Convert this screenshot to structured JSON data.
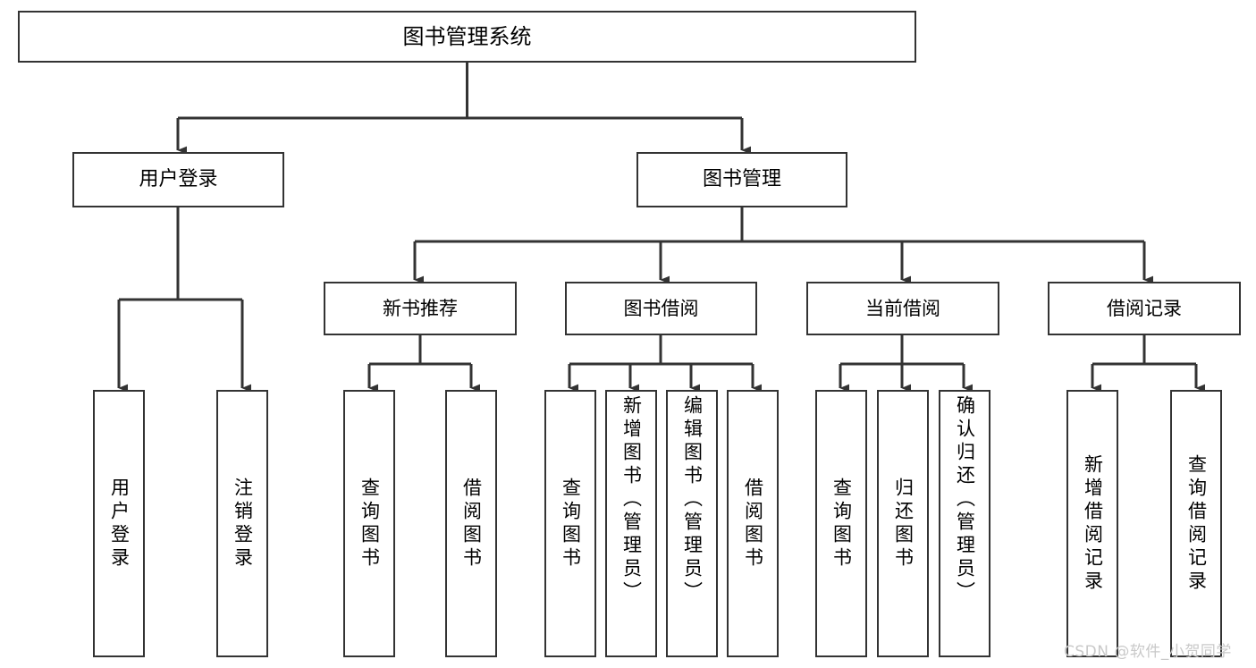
{
  "diagram": {
    "title": "图书管理系统",
    "type": "tree-hierarchy-chart",
    "line_color": "#333333",
    "box_fill": "#ffffff",
    "text_color": "#000000",
    "root": {
      "id": "root",
      "label": "图书管理系统"
    },
    "level2": [
      {
        "id": "user-login",
        "label": "用户登录"
      },
      {
        "id": "book-management",
        "label": "图书管理"
      }
    ],
    "level3": [
      {
        "id": "new-book-recommend",
        "label": "新书推荐",
        "parent": "book-management"
      },
      {
        "id": "book-borrow",
        "label": "图书借阅",
        "parent": "book-management"
      },
      {
        "id": "current-borrow",
        "label": "当前借阅",
        "parent": "book-management"
      },
      {
        "id": "borrow-record",
        "label": "借阅记录",
        "parent": "book-management"
      }
    ],
    "leaves": [
      {
        "id": "leaf-user-login",
        "label": "用户登录",
        "parent": "user-login"
      },
      {
        "id": "leaf-user-logout",
        "label": "注销登录",
        "parent": "user-login"
      },
      {
        "id": "leaf-query-book-1",
        "label": "查询图书",
        "parent": "new-book-recommend"
      },
      {
        "id": "leaf-borrow-book-1",
        "label": "借阅图书",
        "parent": "new-book-recommend"
      },
      {
        "id": "leaf-query-book-2",
        "label": "查询图书",
        "parent": "book-borrow"
      },
      {
        "id": "leaf-add-book",
        "label": "新增图书（管理员）",
        "parent": "book-borrow"
      },
      {
        "id": "leaf-edit-book",
        "label": "编辑图书（管理员）",
        "parent": "book-borrow"
      },
      {
        "id": "leaf-borrow-book-2",
        "label": "借阅图书",
        "parent": "book-borrow"
      },
      {
        "id": "leaf-query-book-3",
        "label": "查询图书",
        "parent": "current-borrow"
      },
      {
        "id": "leaf-return-book",
        "label": "归还图书",
        "parent": "current-borrow"
      },
      {
        "id": "leaf-confirm-return",
        "label": "确认归还（管理员）",
        "parent": "current-borrow"
      },
      {
        "id": "leaf-add-record",
        "label": "新增借阅记录",
        "parent": "borrow-record"
      },
      {
        "id": "leaf-query-record",
        "label": "查询借阅记录",
        "parent": "borrow-record"
      }
    ]
  },
  "watermark": {
    "text": "CSDN @软件_小贺同学",
    "color": "#c9c9c9"
  }
}
